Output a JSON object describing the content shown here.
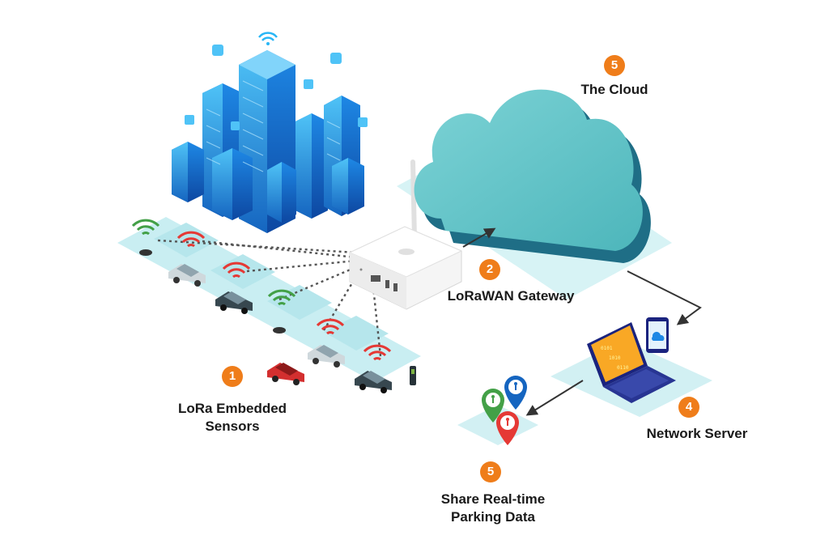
{
  "colors": {
    "badge": "#ef7d1a",
    "floor": "#c9eef2",
    "cloud_front": "#63c6c9",
    "cloud_side": "#1f6e86",
    "building": "#1e88e5",
    "signal_green": "#43a047",
    "signal_red": "#e53935",
    "arrow": "#333333"
  },
  "steps": {
    "cloud": {
      "number": "5",
      "title": "The Cloud"
    },
    "gateway": {
      "number": "2",
      "title": "LoRaWAN Gateway"
    },
    "sensors": {
      "number": "1",
      "line1": "LoRa Embedded",
      "line2": "Sensors"
    },
    "server": {
      "number": "4",
      "title": "Network Server"
    },
    "share": {
      "number": "5",
      "line1": "Share Real-time",
      "line2": "Parking Data"
    }
  },
  "icons": {
    "buildings": "smart-city-buildings-icon",
    "gateway": "lorawan-gateway-device-icon",
    "cloud": "cloud-icon",
    "laptop": "laptop-icon",
    "phone": "phone-icon",
    "pins": "location-pin-icon",
    "cars": "car-icon",
    "signals": "wifi-signal-icon"
  }
}
